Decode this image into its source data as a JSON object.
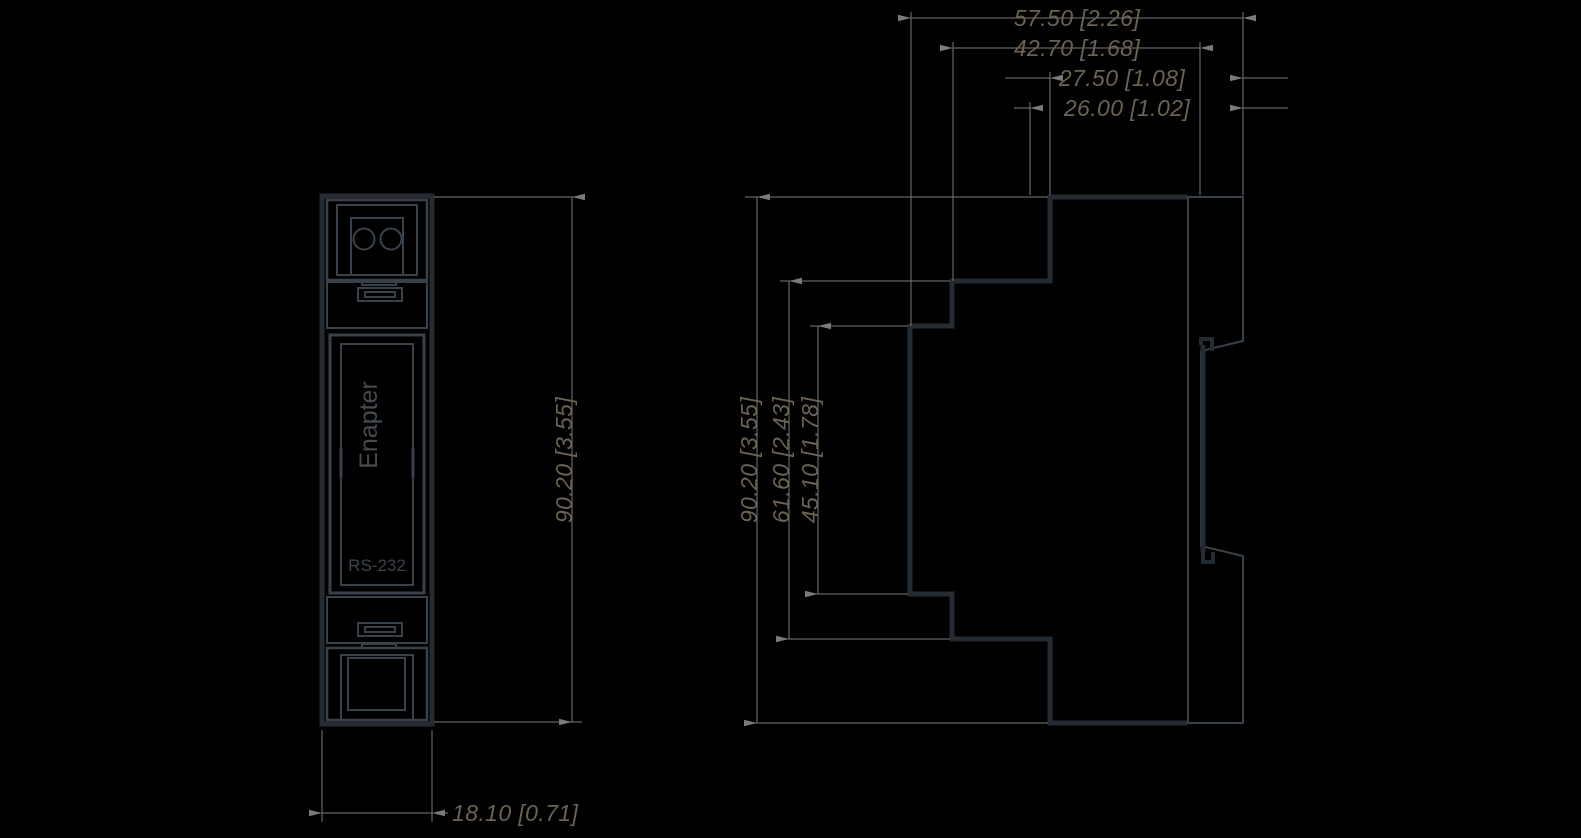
{
  "drawing": {
    "title": "Enapter RS-232 DIN rail module dimensional drawing",
    "units_note": "mm [inch]",
    "colors": {
      "background": "#000000",
      "dimension_line": "#7a7a7a",
      "dimension_text": "#6b6254",
      "outline": "#242b33",
      "inner_line": "#39414a",
      "device_label": "#454b52"
    }
  },
  "front_view": {
    "brand_label": "Enapter",
    "port_label": "RS-232"
  },
  "dimensions": {
    "front_height": "90.20 [3.55]",
    "front_width": "18.10 [0.71]",
    "side_height": "90.20 [3.55]",
    "side_step_upper": "61.60 [2.43]",
    "side_step_lower": "45.10 [1.78]",
    "side_depth_total": "57.50 [2.26]",
    "side_depth_body": "42.70 [1.68]",
    "side_depth_step1": "27.50 [1.08]",
    "side_depth_step2": "26.00 [1.02]"
  },
  "dimension_list": [
    {
      "key": "side_depth_total",
      "value": "57.50 [2.26]",
      "orientation": "horizontal"
    },
    {
      "key": "side_depth_body",
      "value": "42.70 [1.68]",
      "orientation": "horizontal"
    },
    {
      "key": "side_depth_step1",
      "value": "27.50 [1.08]",
      "orientation": "horizontal"
    },
    {
      "key": "side_depth_step2",
      "value": "26.00 [1.02]",
      "orientation": "horizontal"
    },
    {
      "key": "front_height",
      "value": "90.20 [3.55]",
      "orientation": "vertical"
    },
    {
      "key": "side_height",
      "value": "90.20 [3.55]",
      "orientation": "vertical"
    },
    {
      "key": "side_step_upper",
      "value": "61.60 [2.43]",
      "orientation": "vertical"
    },
    {
      "key": "side_step_lower",
      "value": "45.10 [1.78]",
      "orientation": "vertical"
    },
    {
      "key": "front_width",
      "value": "18.10 [0.71]",
      "orientation": "horizontal"
    }
  ]
}
